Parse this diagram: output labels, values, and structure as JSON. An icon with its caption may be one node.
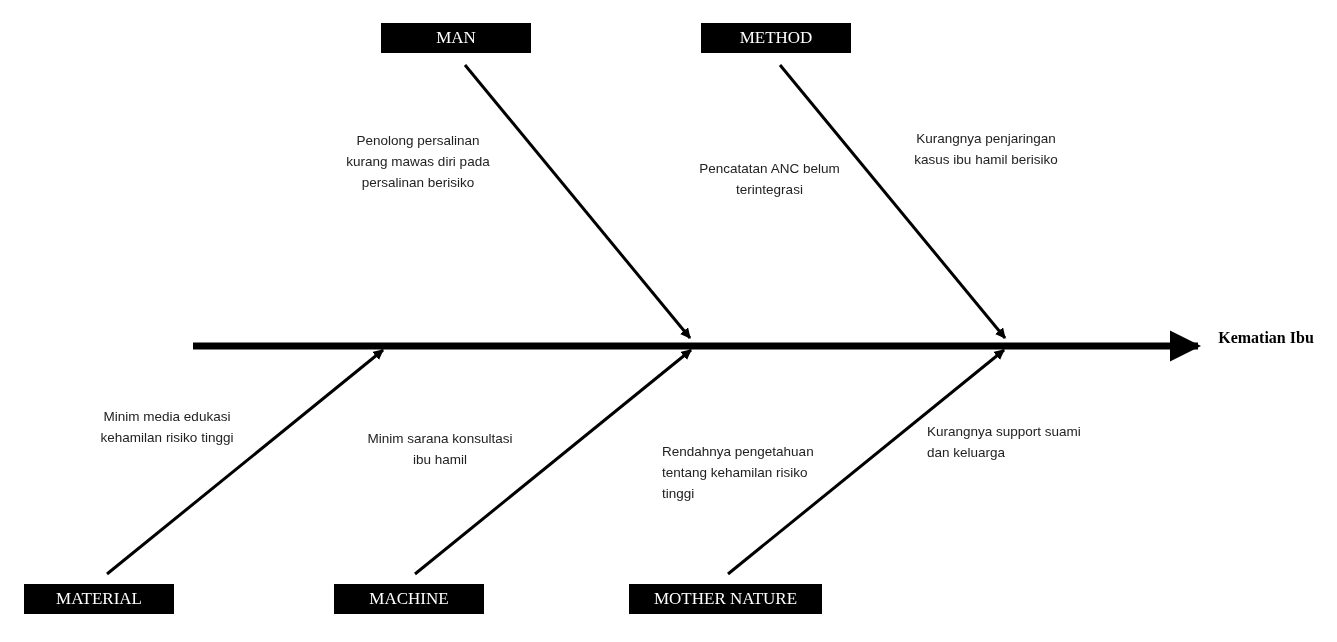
{
  "diagram": {
    "nodes": [
      {
        "text": [
          "MAN"
        ]
      },
      {
        "text": [
          "METHOD"
        ]
      },
      {
        "text": [
          "MATERIAL"
        ]
      },
      {
        "text": [
          "MACHINE"
        ]
      },
      {
        "text": [
          "MOTHER NATURE"
        ]
      },
      {
        "text": [
          "Kematian Ibu"
        ]
      }
    ],
    "edges": [
      {
        "from": null,
        "to": 5,
        "arrow": "to",
        "style": "thick"
      },
      {
        "from": 0,
        "to": null,
        "arrow": "to"
      },
      {
        "from": 1,
        "to": null,
        "arrow": "to"
      },
      {
        "from": 2,
        "to": null,
        "arrow": "to"
      },
      {
        "from": 3,
        "to": null,
        "arrow": "to"
      },
      {
        "from": 4,
        "to": null,
        "arrow": "to"
      }
    ],
    "labels": [
      "Penolong persalinan kurang mawas diri pada persalinan berisiko",
      "Pencatatan ANC belum terintegrasi",
      "Kurangnya penjaringan kasus ibu hamil berisiko",
      "Minim media edukasi kehamilan risiko tinggi",
      "Minim sarana konsultasi ibu hamil",
      "Rendahnya pengetahuan tentang kehamilan risiko tinggi",
      "Kurangnya support suami dan keluarga"
    ]
  }
}
